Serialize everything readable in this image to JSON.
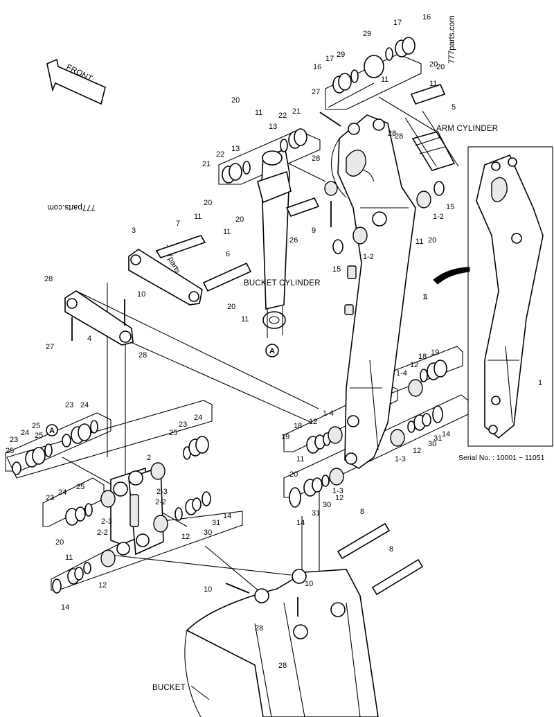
{
  "diagram": {
    "front_label": "FRONT",
    "arm_cylinder_label": "ARM CYLINDER",
    "bucket_cylinder_label": "BUCKET CYLINDER",
    "bucket_label": "BUCKET",
    "ref_marker": "A",
    "serial_note": "Serial No. : 10001 ~ 11051",
    "watermark_vertical": "777parts.com",
    "watermark_upside": "777parts.com",
    "watermark_diag": "777parts.com"
  },
  "callouts": [
    "1",
    "1",
    "1",
    "1-2",
    "1-2",
    "1-3",
    "1-3",
    "1-4",
    "1-4",
    "2",
    "2-2",
    "2-2",
    "2-3",
    "2-3",
    "3",
    "4",
    "5",
    "6",
    "7",
    "8",
    "8",
    "9",
    "10",
    "10",
    "10",
    "11",
    "11",
    "11",
    "11",
    "11",
    "11",
    "11",
    "11",
    "11",
    "12",
    "12",
    "12",
    "12",
    "12",
    "12",
    "13",
    "13",
    "14",
    "14",
    "14",
    "14",
    "15",
    "15",
    "16",
    "16",
    "17",
    "17",
    "18",
    "18",
    "19",
    "19",
    "20",
    "20",
    "20",
    "20",
    "20",
    "20",
    "20",
    "20",
    "20",
    "21",
    "21",
    "22",
    "22",
    "23",
    "23",
    "23",
    "23",
    "24",
    "24",
    "24",
    "24",
    "25",
    "25",
    "25",
    "25",
    "25",
    "26",
    "27",
    "27",
    "28",
    "28",
    "28",
    "28",
    "28",
    "28",
    "28",
    "29",
    "29",
    "30",
    "30",
    "30",
    "31",
    "31",
    "31"
  ]
}
